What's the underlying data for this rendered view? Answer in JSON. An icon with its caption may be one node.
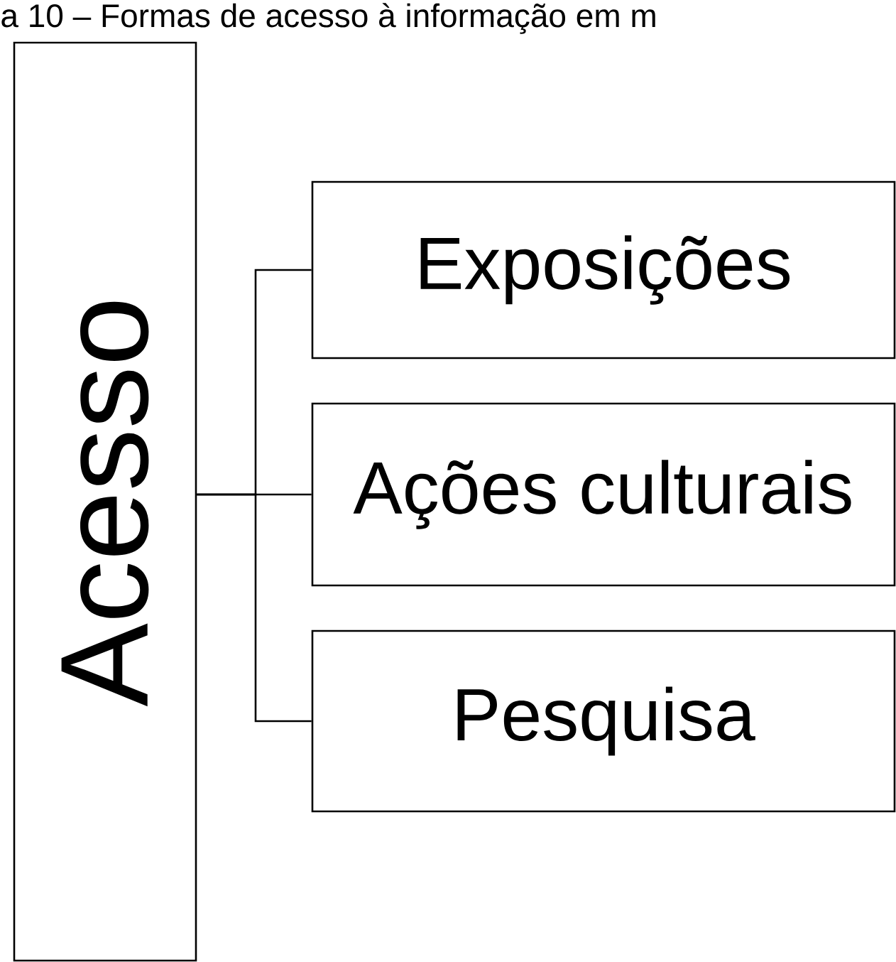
{
  "diagram": {
    "title": "a 10 – Formas de acesso à informação em m",
    "nodes": [
      {
        "text": [
          "Acesso"
        ]
      },
      {
        "text": [
          "Exposições"
        ]
      },
      {
        "text": [
          "Ações culturais"
        ]
      },
      {
        "text": [
          "Pesquisa"
        ]
      }
    ],
    "edges": [
      {
        "from": 0,
        "to": 1,
        "arrow": "none"
      },
      {
        "from": 0,
        "to": 2,
        "arrow": "none"
      },
      {
        "from": 0,
        "to": 3,
        "arrow": "none"
      }
    ]
  }
}
